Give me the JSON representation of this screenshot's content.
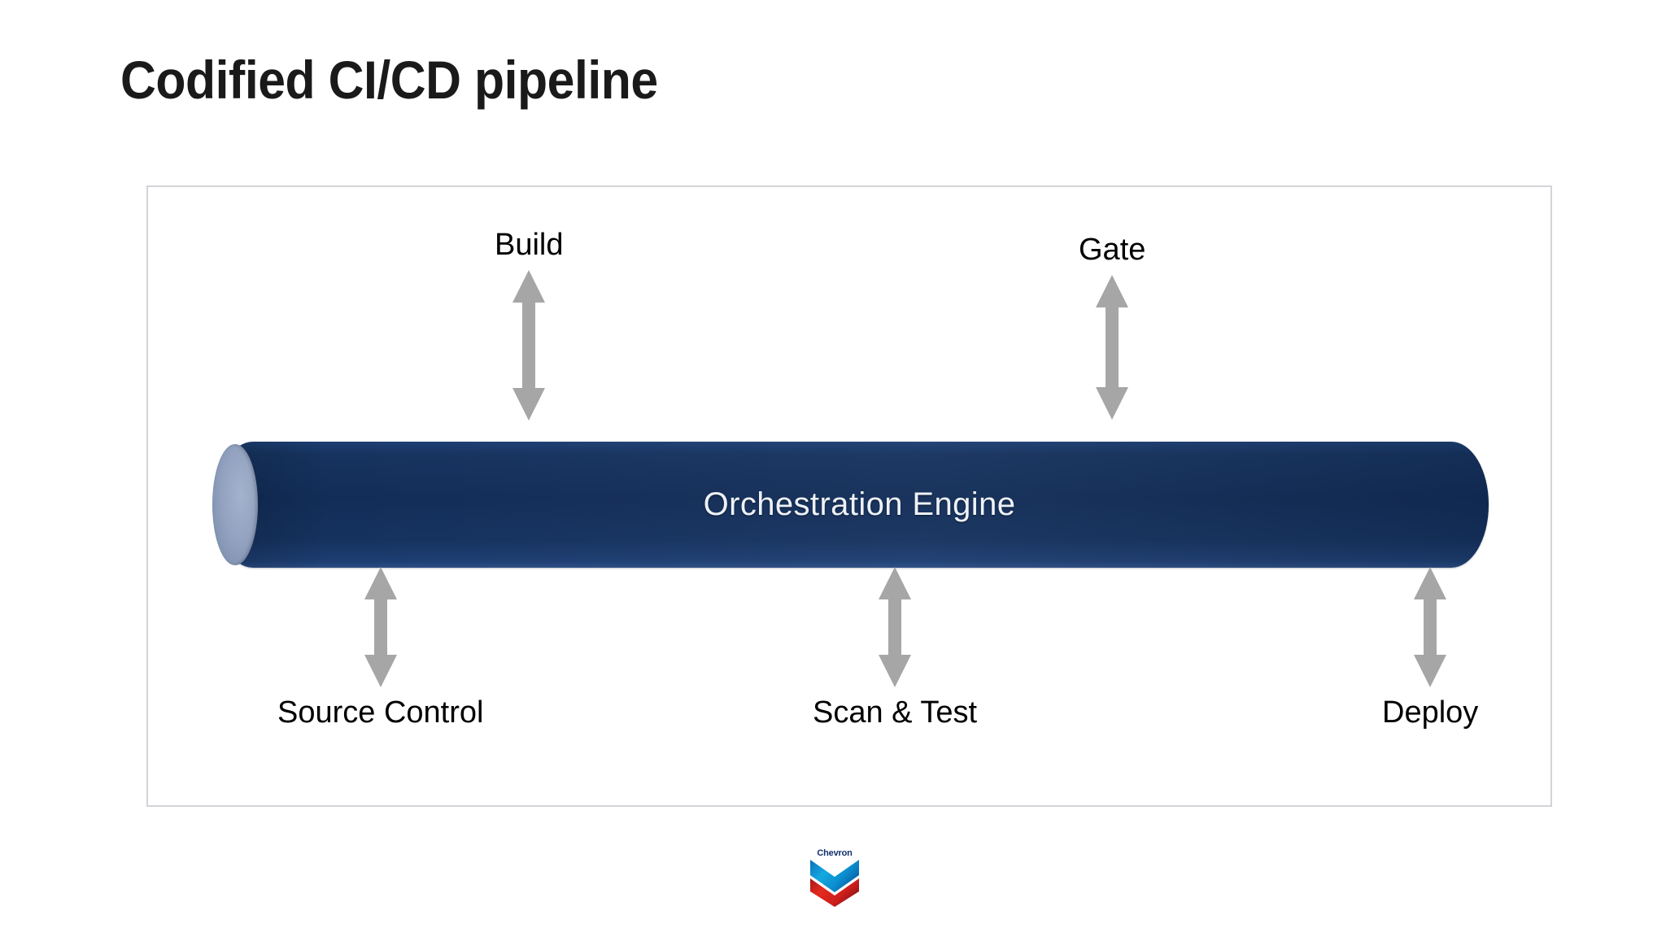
{
  "slide": {
    "title": "Codified CI/CD pipeline",
    "background_color": "#ffffff",
    "frame_border_color": "#d4d4d8"
  },
  "diagram": {
    "type": "pipeline-cylinder",
    "center": {
      "label": "Orchestration Engine",
      "shape": "cylinder",
      "body_color": "#13305f",
      "cap_color": "#8c9dbd",
      "text_color": "#eef2f8"
    },
    "arrow_color": "#a6a6a6",
    "nodes_above": [
      {
        "label": "Build",
        "icon": "double-arrow-vertical-icon"
      },
      {
        "label": "Gate",
        "icon": "double-arrow-vertical-icon"
      }
    ],
    "nodes_below": [
      {
        "label": "Source Control",
        "icon": "double-arrow-vertical-icon"
      },
      {
        "label": "Scan & Test",
        "icon": "double-arrow-vertical-icon"
      },
      {
        "label": "Deploy",
        "icon": "double-arrow-vertical-icon"
      }
    ]
  },
  "footer": {
    "logo": {
      "name": "chevron-logo",
      "wordmark": "Chevron",
      "wordmark_color": "#13306b",
      "upper_chevron_color": "#0b9ede",
      "upper_chevron_color_dark": "#0069b4",
      "lower_chevron_color": "#e0231c",
      "lower_chevron_color_dark": "#a7161a"
    }
  }
}
